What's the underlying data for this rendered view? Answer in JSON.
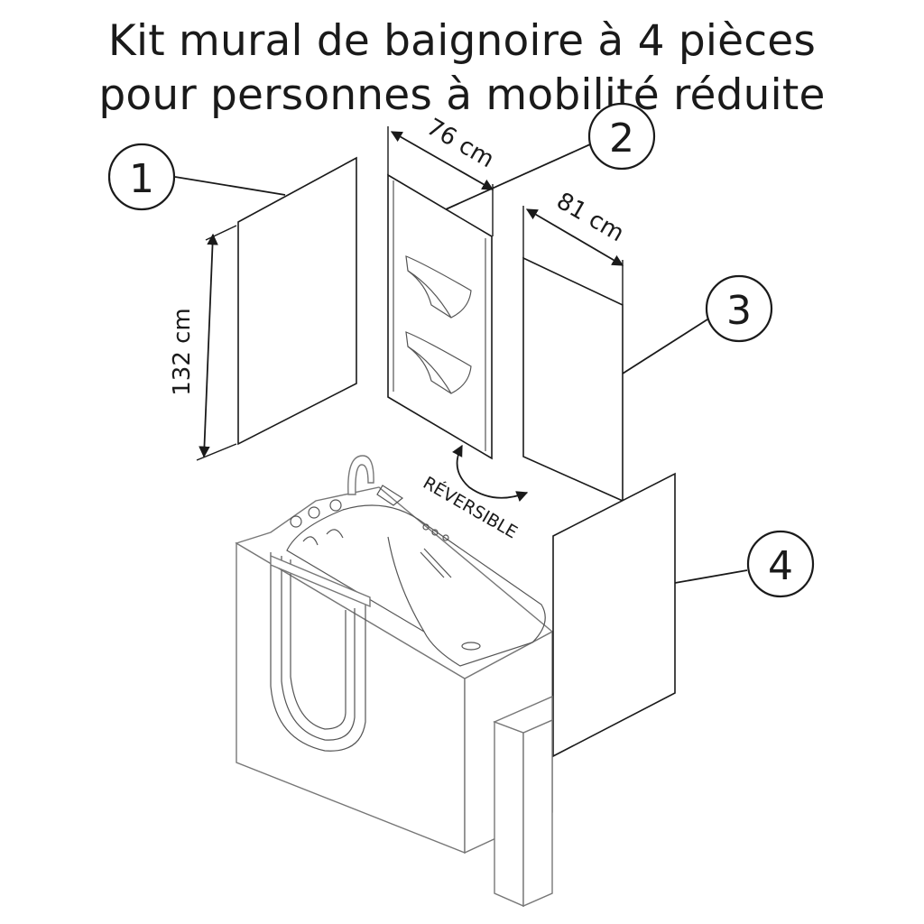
{
  "title": {
    "line1": "Kit mural de baignoire à 4 pièces",
    "line2": "pour personnes à mobilité réduite"
  },
  "callouts": [
    "1",
    "2",
    "3",
    "4"
  ],
  "dimensions": {
    "height": "132 cm",
    "width_panel_2": "76 cm",
    "width_panel_3": "81 cm"
  },
  "reversible_label": "RÉVERSIBLE"
}
